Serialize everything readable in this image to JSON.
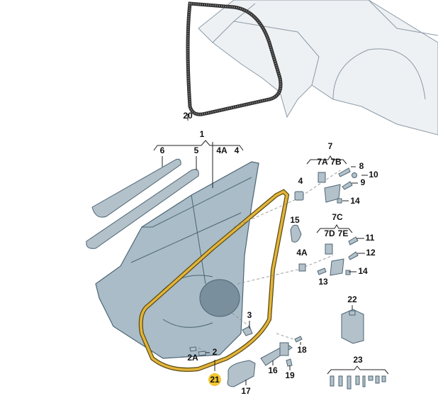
{
  "diagram": {
    "highlight_color": "#f2c531",
    "seal_color": "#d9a826",
    "labels": [
      "20",
      "1",
      "6",
      "5",
      "4A",
      "4",
      "7",
      "7A",
      "7B",
      "8",
      "10",
      "9",
      "4",
      "14",
      "15",
      "7C",
      "7D",
      "7E",
      "11",
      "4A",
      "12",
      "14",
      "13",
      "22",
      "3",
      "18",
      "2",
      "2A",
      "16",
      "19",
      "23",
      "21",
      "17"
    ]
  }
}
